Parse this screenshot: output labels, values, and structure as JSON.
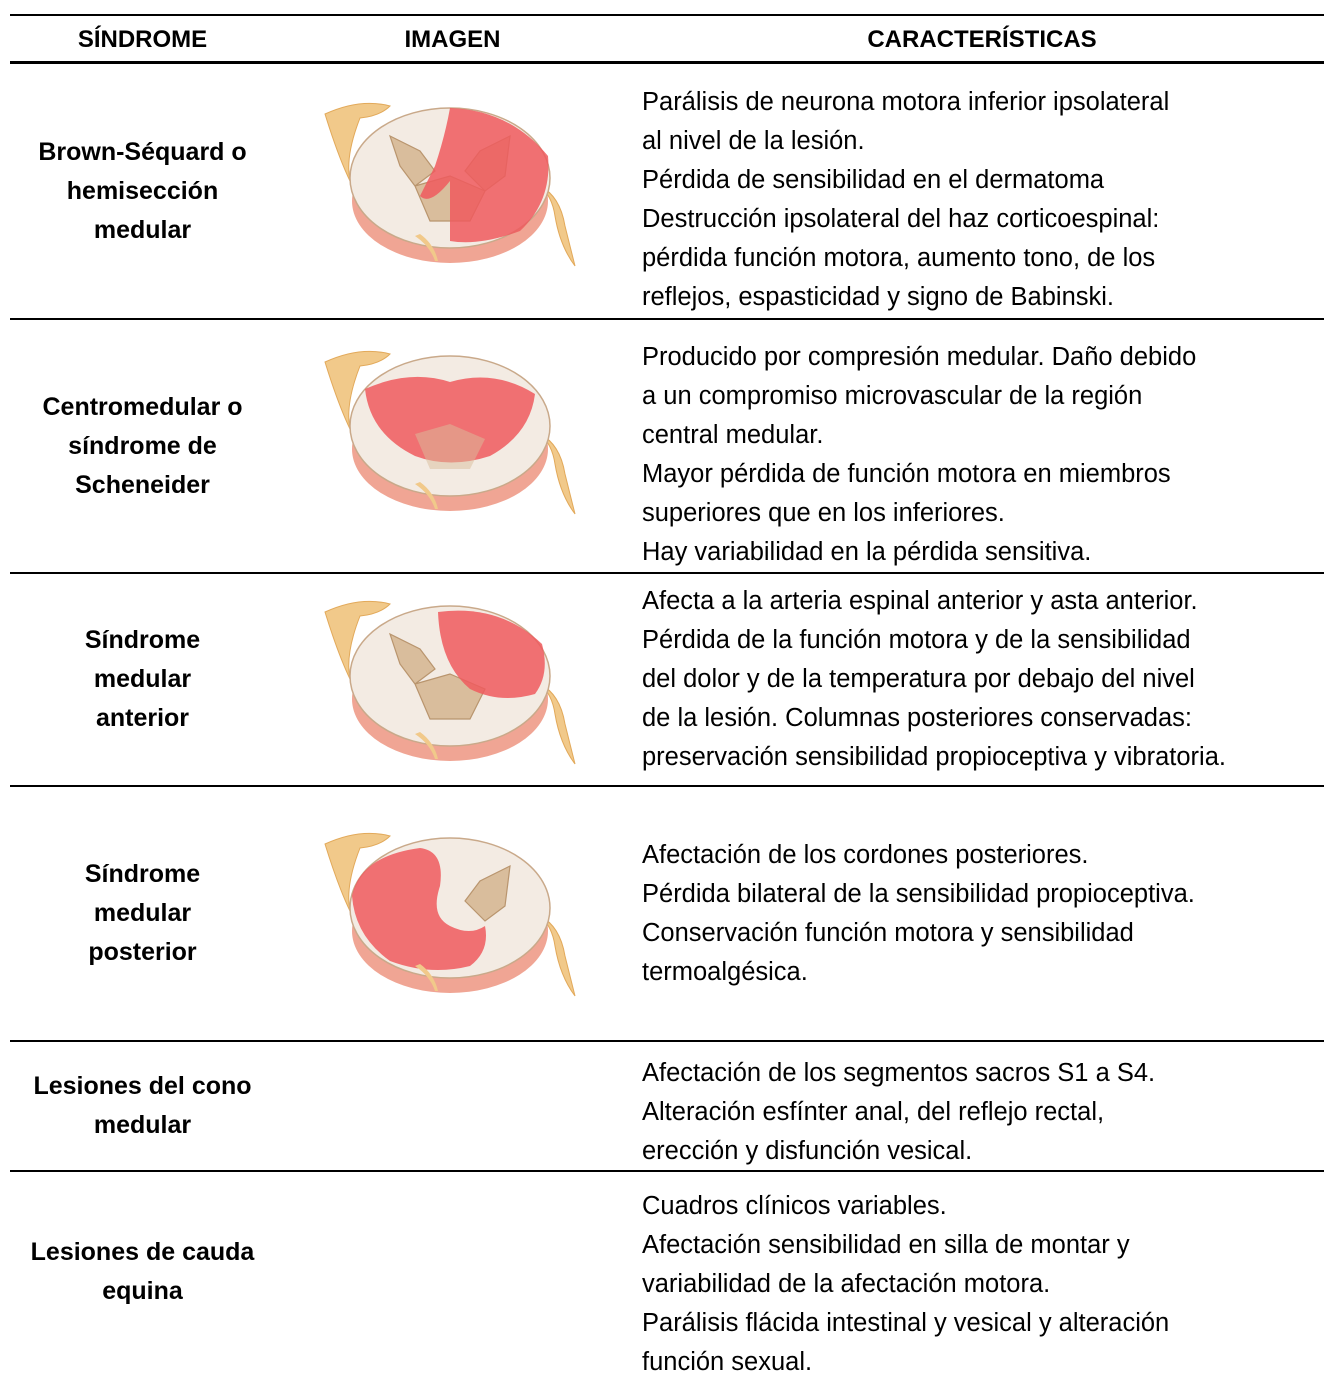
{
  "header": {
    "col1": "SÍNDROME",
    "col2": "IMAGEN",
    "col3": "CARACTERÍSTICAS"
  },
  "colors": {
    "lesion": "#ee5a5e",
    "white_matter": "#f3ebe3",
    "gray_matter": "#d9bd9c",
    "root": "#f1c98a",
    "cord_side": "#f0a594"
  },
  "rows": [
    {
      "name": [
        "Brown-Séquard o",
        "hemisección",
        "medular"
      ],
      "image": "spinal-cord-cross-section-left-half-lesion",
      "lines": [
        "Parálisis de neurona motora inferior ipsolateral",
        "al nivel de la lesión.",
        "Pérdida de sensibilidad en el dermatoma",
        "Destrucción ipsolateral del haz corticoespinal:",
        "pérdida función motora, aumento tono, de los",
        "reflejos, espasticidad y signo de Babinski."
      ]
    },
    {
      "name": [
        "Centromedular o",
        "síndrome de",
        "Scheneider"
      ],
      "image": "spinal-cord-cross-section-central-lesion",
      "lines": [
        "Producido por compresión medular. Daño debido",
        "a un compromiso microvascular de la región",
        "central medular.",
        "Mayor pérdida de función motora en miembros",
        "superiores que en los inferiores.",
        "Hay variabilidad en la pérdida sensitiva."
      ]
    },
    {
      "name": [
        "Síndrome",
        "medular",
        "anterior"
      ],
      "image": "spinal-cord-cross-section-anterior-lesion",
      "lines": [
        "Afecta a la arteria espinal anterior y asta anterior.",
        "Pérdida de la función motora y de la sensibilidad",
        "del dolor y de la temperatura por debajo del nivel",
        "de la lesión. Columnas posteriores conservadas:",
        "preservación sensibilidad propioceptiva y vibratoria."
      ]
    },
    {
      "name": [
        "Síndrome",
        "medular",
        "posterior"
      ],
      "image": "spinal-cord-cross-section-posterior-lesion",
      "lines": [
        "Afectación de los cordones posteriores.",
        "Pérdida bilateral de la sensibilidad propioceptiva.",
        "Conservación función motora y sensibilidad",
        "termoalgésica."
      ]
    },
    {
      "name": [
        "Lesiones del cono",
        "medular"
      ],
      "lines": [
        "Afectación de los segmentos sacros S1 a S4.",
        "Alteración esfínter anal, del reflejo rectal,",
        "erección y disfunción vesical."
      ]
    },
    {
      "name": [
        "Lesiones de cauda",
        "equina"
      ],
      "lines": [
        "Cuadros clínicos variables.",
        "Afectación sensibilidad en silla de montar y",
        "variabilidad de la afectación motora.",
        "Parálisis flácida intestinal y vesical y alteración",
        "función sexual."
      ]
    }
  ]
}
